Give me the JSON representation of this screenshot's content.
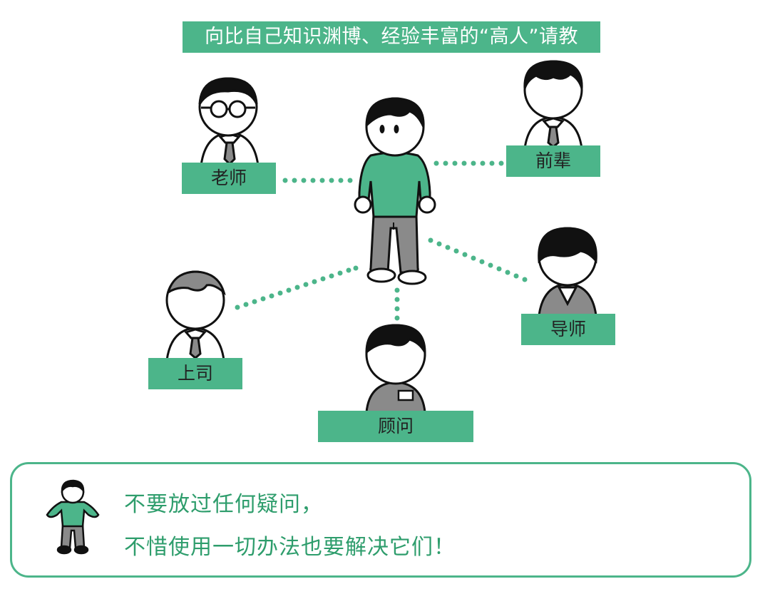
{
  "banner": {
    "text": "向比自己知识渊博、经验丰富的“高人”请教"
  },
  "people": {
    "teacher": "老师",
    "senior": "前辈",
    "mentor": "导师",
    "boss": "上司",
    "advisor": "顾问"
  },
  "tip": {
    "line1": "不要放过任何疑问，",
    "line2": "不惜使用一切办法也要解决它们！"
  },
  "colors": {
    "accent": "#4cb58a",
    "tip_text": "#2e9d6c",
    "outline": "#111111",
    "gray": "#8a8a8a"
  }
}
